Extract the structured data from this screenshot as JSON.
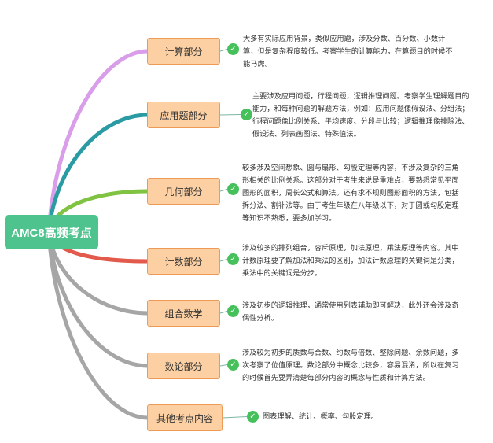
{
  "root": {
    "label": "AMC8高频考点"
  },
  "colors": {
    "root_fill": "#4fc38e",
    "topic_fill": "#fcd0a3",
    "topic_border": "#ee9a57",
    "check": "#45c05a",
    "branches": [
      "#d99de9",
      "#2a9ba3",
      "#80c342",
      "#e25a4c",
      "#a6a6a6",
      "#a6a6a6",
      "#a6a6a6"
    ]
  },
  "topics": [
    {
      "label": "计算部分",
      "icon": "check-circle-icon",
      "description": "大多有实际应用背景，类似应用题，涉及分数、百分数、小数计算，但是复杂程度较低。考察学生的计算能力，在算题目的时候不能马虎。"
    },
    {
      "label": "应用题部分",
      "icon": "check-circle-icon",
      "description": "主要涉及应用问题，行程问题，逻辑推理问题。考察学生理解题目的能力，和每种问题的解题方法，例如：应用问题像假设法、分组法；行程问题像比例关系、平均速度、分段与比较；逻辑推理像排除法、假设法、列表画图法、特殊值法。"
    },
    {
      "label": "几何部分",
      "icon": "check-circle-icon",
      "description": "较多涉及空间想象、圆与扇形、勾股定理等内容，不涉及复杂的三角形相关的比例关系。这部分对于考生来说是重难点，要熟悉常见平面图形的面积，周长公式和算法。还有求不规则图形面积的方法，包括拆分法、割补法等。由于考生年级在八年级以下，对于圆或勾股定理等知识不熟悉，要多加学习。"
    },
    {
      "label": "计数部分",
      "icon": "check-circle-icon",
      "description": "涉及较多的排列组合，容斥原理，加法原理，乘法原理等内容。其中计数原理要了解加法和乘法的区别，加法计数原理的关键词是分类，乘法中的关键词是分步。"
    },
    {
      "label": "组合数学",
      "icon": "check-circle-icon",
      "description": "涉及初步的逻辑推理，通常使用列表辅助即可解决，此外还会涉及奇偶性分析。"
    },
    {
      "label": "数论部分",
      "icon": "check-circle-icon",
      "description": "涉及较为初步的质数与合数、约数与倍数、整除问题、余数问题，多次考察了位值原理。数论部分中概念比较多，容易混淆，所以在复习的时候首先要弄清楚每部分内容的概念与性质和计算方法。"
    },
    {
      "label": "其他考点内容",
      "icon": "check-circle-icon",
      "description": "图表理解、统计、概率、勾股定理。"
    }
  ]
}
